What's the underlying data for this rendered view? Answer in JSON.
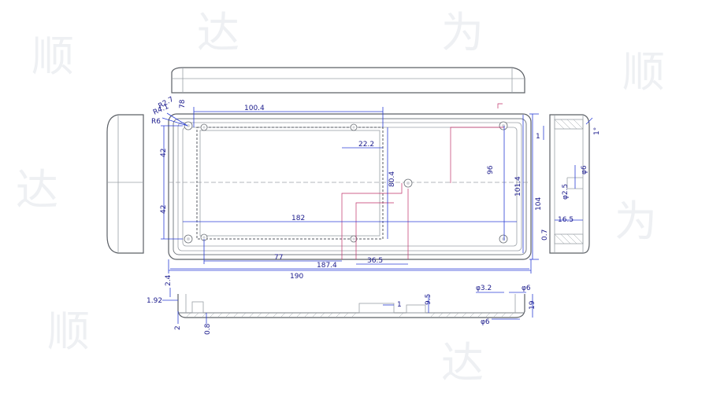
{
  "watermark": [
    "顺",
    "达",
    "为",
    "顺",
    "达",
    "为",
    "顺",
    "达"
  ],
  "dimensions": {
    "top_left": {
      "r2": "R2.7",
      "r4": "R4.1",
      "r6": "R6",
      "d78": "78"
    },
    "width_100_4": "100.4",
    "d22_2": "22.2",
    "d80_4": "80.4",
    "d96": "96",
    "d101_4": "101.4",
    "d104": "104",
    "d42_top": "42",
    "d42_bottom": "42",
    "d182": "182",
    "d77": "77",
    "d187_4": "187.4",
    "d36_5": "36.5",
    "d190": "190",
    "side": {
      "angle": "1°",
      "d1": "1",
      "phi6": "φ6",
      "phi2_5": "φ2.5",
      "d16_5": "16.5",
      "d0_7": "0.7"
    },
    "bottom": {
      "d2_4": "2.4",
      "d1_92": "1.92",
      "d2": "2",
      "d0_8": "0.8",
      "d1": "1",
      "d9_5": "9.5",
      "phi3_2": "φ3.2",
      "phi6_top": "φ6",
      "d19": "19",
      "phi6_bottom": "φ6"
    }
  },
  "colors": {
    "dimension": "#2b3fd6",
    "leader": "#c0306a",
    "outline": "#7a7f86"
  }
}
